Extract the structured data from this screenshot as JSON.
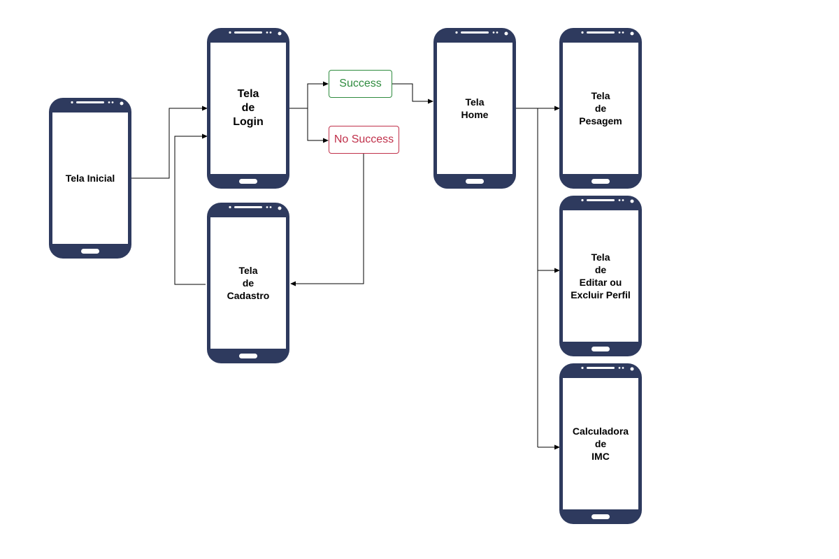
{
  "screens": {
    "tela_inicial": "Tela Inicial",
    "tela_login": "Tela\nde\nLogin",
    "tela_cadastro": "Tela\nde\nCadastro",
    "tela_home": "Tela\nHome",
    "tela_pesagem": "Tela\nde\nPesagem",
    "tela_editar": "Tela\nde\nEditar ou\nExcluir Perfil",
    "tela_imc": "Calculadora\nde\nIMC"
  },
  "outcomes": {
    "success": "Success",
    "no_success": "No Success"
  },
  "colors": {
    "phone_body": "#2e3a5e",
    "success": "#2e8b3e",
    "no_success": "#c0304a",
    "connector": "#000000"
  }
}
